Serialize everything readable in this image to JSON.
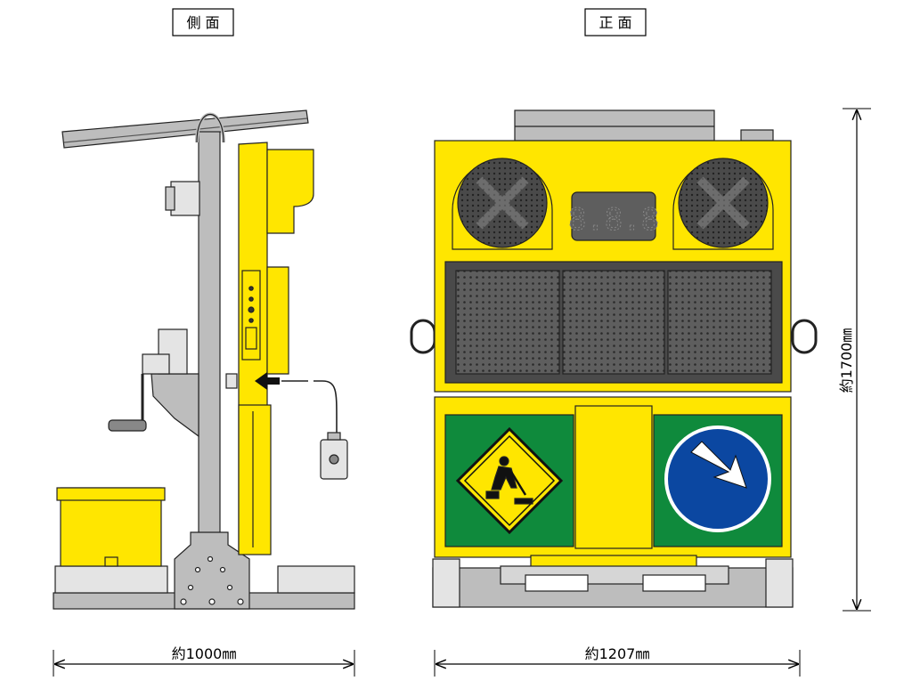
{
  "labels": {
    "side_view": "側 面",
    "front_view": "正 面",
    "width_side": "約1000㎜",
    "width_front": "約1207㎜",
    "height": "約1700㎜"
  },
  "colors": {
    "yellow": "#FFE600",
    "gray_frame": "#BDBDBD",
    "panel_dark": "#5E5E5E",
    "green": "#0F8A3C",
    "blue": "#0B47A1",
    "outline": "#222222"
  },
  "icons": {
    "work_sign": "worker-digging-warning-sign-icon",
    "keep_right": "keep-right-arrow-sign-icon",
    "cross_lamp": "x-cross-lamp-icon",
    "remote": "remote-control-box-icon"
  }
}
